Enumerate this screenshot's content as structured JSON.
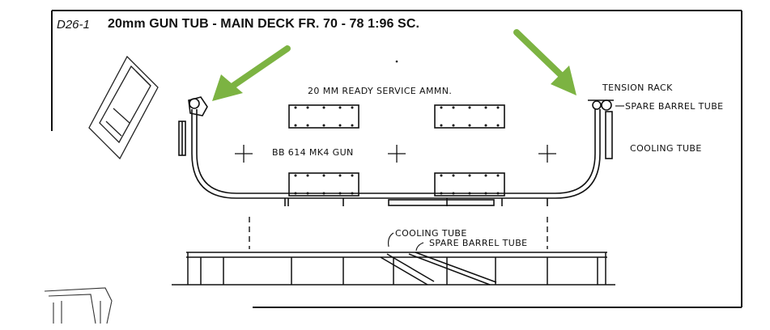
{
  "header": {
    "figure_id": "D26-1",
    "title": "20mm GUN TUB - MAIN DECK FR. 70 - 78  1:96 SC."
  },
  "labels": {
    "ammo": "20 MM  READY SERVICE  AMMN.",
    "gun": "BB 614  MK4 GUN",
    "tension_rack": "TENSION RACK",
    "spare_barrel_tube_right": "SPARE BARREL TUBE",
    "cooling_tube_right": "COOLING TUBE",
    "cooling_tube_bottom": "COOLING TUBE",
    "spare_barrel_tube_bottom": "SPARE BARREL TUBE"
  },
  "colors": {
    "ink": "#111111",
    "arrow": "#7cb342"
  },
  "icons": {
    "arrow_left": "green-arrow-icon",
    "arrow_right": "green-arrow-icon"
  }
}
